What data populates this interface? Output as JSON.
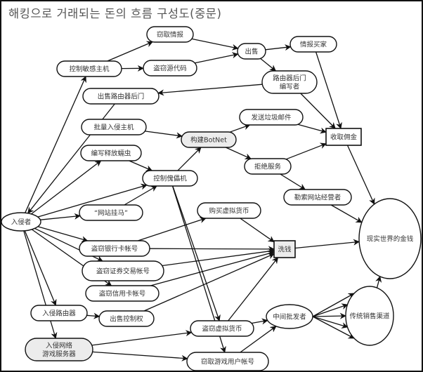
{
  "title": "해킹으로 거래되는 돈의 흐름 구성도(중문)",
  "colors": {
    "stroke": "#111111",
    "node_fill": "#ffffff",
    "shaded_fill": "#ececec",
    "text": "#333333",
    "title": "#555555"
  },
  "nodes": [
    {
      "id": "intruder",
      "label": "入侵者",
      "shape": "ellipse"
    },
    {
      "id": "control_sensitive",
      "label": "控制敏感主机",
      "shape": "pill"
    },
    {
      "id": "steal_intel",
      "label": "窃取情报",
      "shape": "pill"
    },
    {
      "id": "steal_source",
      "label": "盗窃源代码",
      "shape": "pill"
    },
    {
      "id": "sell",
      "label": "出售",
      "shape": "pill"
    },
    {
      "id": "intel_buyer",
      "label": "情报买家",
      "shape": "pill"
    },
    {
      "id": "router_backdoor_writer",
      "label": "路由器后门\n编写者",
      "shape": "pill"
    },
    {
      "id": "sell_router_backdoor",
      "label": "出售路由器后门",
      "shape": "pill"
    },
    {
      "id": "mass_intrude",
      "label": "批量入侵主机",
      "shape": "pill"
    },
    {
      "id": "build_botnet",
      "label": "构建BotNet",
      "shape": "pill",
      "shaded": true
    },
    {
      "id": "send_spam",
      "label": "发送垃圾邮件",
      "shape": "pill"
    },
    {
      "id": "collect_commission",
      "label": "收取佣金",
      "shape": "rect"
    },
    {
      "id": "write_worm",
      "label": "编写释放蠕虫",
      "shape": "pill"
    },
    {
      "id": "control_zombie",
      "label": "控制傀儡机",
      "shape": "pill"
    },
    {
      "id": "dos",
      "label": "拒绝服务",
      "shape": "pill"
    },
    {
      "id": "extort_site",
      "label": "勒索网站经营者",
      "shape": "pill"
    },
    {
      "id": "web_trojan",
      "label": "“网站挂马”",
      "shape": "pill"
    },
    {
      "id": "buy_virtual",
      "label": "购买虚拟货币",
      "shape": "pill"
    },
    {
      "id": "steal_bank",
      "label": "盗窃银行卡帐号",
      "shape": "pill"
    },
    {
      "id": "launder",
      "label": "洗钱",
      "shape": "rect",
      "shaded": true
    },
    {
      "id": "real_money",
      "label": "现实世界的金钱",
      "shape": "ellipse"
    },
    {
      "id": "steal_securities",
      "label": "盗窃证券交易帐号",
      "shape": "pill"
    },
    {
      "id": "steal_credit",
      "label": "盗窃信用卡帐号",
      "shape": "pill"
    },
    {
      "id": "intrude_router",
      "label": "入侵路由器",
      "shape": "pill"
    },
    {
      "id": "sell_control",
      "label": "出售控制权",
      "shape": "pill"
    },
    {
      "id": "steal_virtual",
      "label": "盗窃虚拟货币",
      "shape": "pill"
    },
    {
      "id": "middleman",
      "label": "中间批发者",
      "shape": "ellipse"
    },
    {
      "id": "traditional_sales",
      "label": "传统销售渠道",
      "shape": "ellipse"
    },
    {
      "id": "intrude_game_server",
      "label": "入侵网络\n游戏服务器",
      "shape": "pill",
      "shaded": true
    },
    {
      "id": "steal_game_account",
      "label": "窃取游戏用户帐号",
      "shape": "pill"
    }
  ],
  "edges": [
    {
      "from": "intruder",
      "to": "control_sensitive"
    },
    {
      "from": "control_sensitive",
      "to": "steal_intel"
    },
    {
      "from": "control_sensitive",
      "to": "steal_source"
    },
    {
      "from": "steal_intel",
      "to": "sell"
    },
    {
      "from": "steal_source",
      "to": "sell"
    },
    {
      "from": "sell",
      "to": "intel_buyer"
    },
    {
      "from": "sell",
      "to": "router_backdoor_writer"
    },
    {
      "from": "router_backdoor_writer",
      "to": "sell_router_backdoor"
    },
    {
      "from": "sell_router_backdoor",
      "to": "intruder"
    },
    {
      "from": "router_backdoor_writer",
      "to": "collect_commission"
    },
    {
      "from": "intel_buyer",
      "to": "collect_commission"
    },
    {
      "from": "mass_intrude",
      "to": "build_botnet"
    },
    {
      "from": "build_botnet",
      "to": "send_spam"
    },
    {
      "from": "build_botnet",
      "to": "dos"
    },
    {
      "from": "send_spam",
      "to": "collect_commission"
    },
    {
      "from": "dos",
      "to": "collect_commission"
    },
    {
      "from": "dos",
      "to": "extort_site"
    },
    {
      "from": "collect_commission",
      "to": "real_money"
    },
    {
      "from": "extort_site",
      "to": "real_money"
    },
    {
      "from": "intruder",
      "to": "write_worm"
    },
    {
      "from": "write_worm",
      "to": "control_zombie"
    },
    {
      "from": "intruder",
      "to": "control_zombie"
    },
    {
      "from": "intruder",
      "to": "web_trojan"
    },
    {
      "from": "web_trojan",
      "to": "control_zombie"
    },
    {
      "from": "control_zombie",
      "to": "build_botnet"
    },
    {
      "from": "control_zombie",
      "to": "steal_virtual"
    },
    {
      "from": "control_zombie",
      "to": "steal_game_account"
    },
    {
      "from": "intruder",
      "to": "steal_bank"
    },
    {
      "from": "intruder",
      "to": "steal_securities"
    },
    {
      "from": "intruder",
      "to": "steal_credit"
    },
    {
      "from": "intruder",
      "to": "intrude_router"
    },
    {
      "from": "intruder",
      "to": "intrude_game_server"
    },
    {
      "from": "steal_bank",
      "to": "buy_virtual"
    },
    {
      "from": "buy_virtual",
      "to": "launder"
    },
    {
      "from": "steal_bank",
      "to": "launder"
    },
    {
      "from": "steal_securities",
      "to": "launder"
    },
    {
      "from": "steal_credit",
      "to": "launder"
    },
    {
      "from": "sell_control",
      "to": "launder"
    },
    {
      "from": "steal_virtual",
      "to": "launder"
    },
    {
      "from": "launder",
      "to": "real_money"
    },
    {
      "from": "intrude_router",
      "to": "sell_control"
    },
    {
      "from": "intrude_game_server",
      "to": "steal_virtual"
    },
    {
      "from": "intrude_game_server",
      "to": "steal_game_account"
    },
    {
      "from": "steal_virtual",
      "to": "middleman"
    },
    {
      "from": "steal_game_account",
      "to": "middleman"
    },
    {
      "from": "middleman",
      "to": "traditional_sales",
      "count": 5
    },
    {
      "from": "traditional_sales",
      "to": "real_money"
    }
  ]
}
